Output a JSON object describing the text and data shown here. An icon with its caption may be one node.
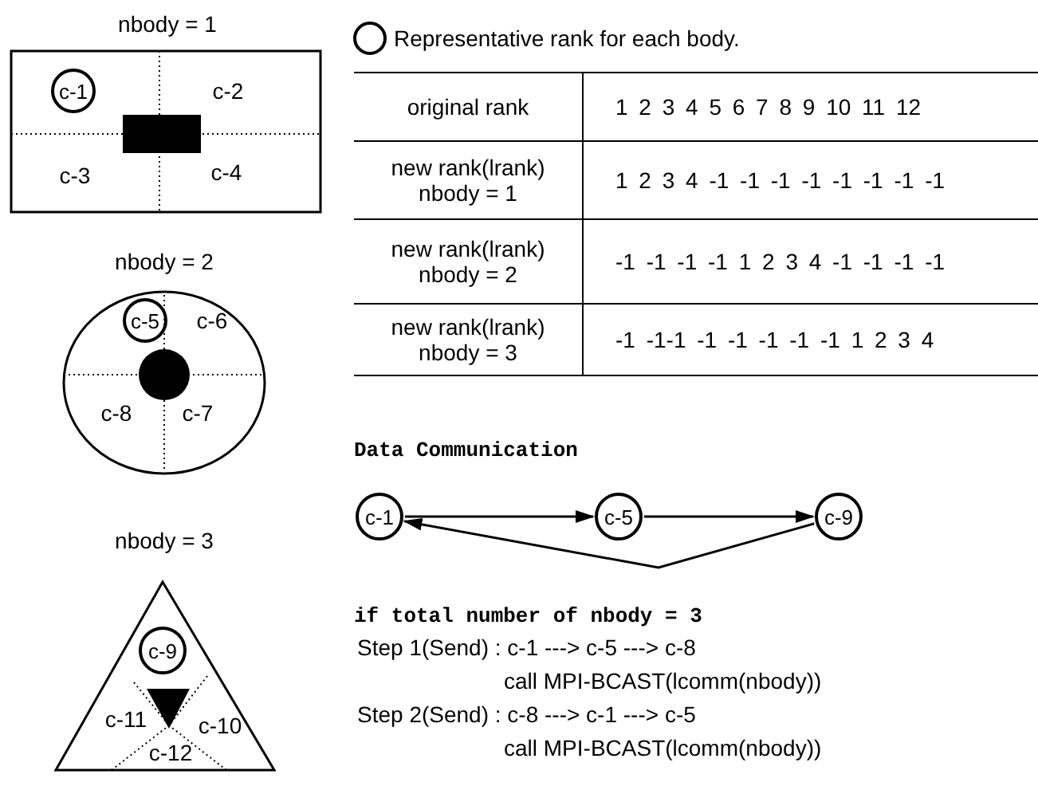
{
  "diagram": {
    "nodes": [
      {
        "text": [
          "nbody = 1"
        ]
      },
      {
        "text": [
          "c-1"
        ],
        "in": 0
      },
      {
        "text": [
          "c-2"
        ],
        "in": 0
      },
      {
        "text": [
          "c-3"
        ],
        "in": 0
      },
      {
        "text": [
          "c-4"
        ],
        "in": 0
      },
      {
        "text": [
          "nbody = 2"
        ]
      },
      {
        "text": [
          "c-5"
        ],
        "in": 5
      },
      {
        "text": [
          "c-6"
        ],
        "in": 5
      },
      {
        "text": [
          "c-8"
        ],
        "in": 5
      },
      {
        "text": [
          "c-7"
        ],
        "in": 5
      },
      {
        "text": [
          "nbody = 3"
        ]
      },
      {
        "text": [
          "c-9"
        ],
        "in": 10
      },
      {
        "text": [
          "c-11"
        ],
        "in": 10
      },
      {
        "text": [
          "c-10"
        ],
        "in": 10
      },
      {
        "text": [
          "c-12"
        ],
        "in": 10
      },
      {
        "text": [
          "c-1"
        ]
      },
      {
        "text": [
          "c-5"
        ]
      },
      {
        "text": [
          "c-9"
        ]
      }
    ],
    "edges": [
      {
        "from": 15,
        "to": 16,
        "arrow": "to"
      },
      {
        "from": 16,
        "to": 17,
        "arrow": "to"
      },
      {
        "from": 17,
        "to": 15,
        "arrow": "to"
      }
    ],
    "labels": [
      "original rank",
      "1 2 3 4 5 6 7 8 9 10 11 12",
      "new rank(lrank) nbody = 1",
      "1 2 3 4 -1 -1 -1 -1 -1 -1 -1 -1",
      "new rank(lrank) nbody = 2",
      "-1 -1 -1 -1 1 2 3 4 -1 -1 -1 -1",
      "new rank(lrank) nbody = 3",
      "-1 -1-1 -1 -1 -1 -1 -1 1 2 3 4",
      "Data Communication",
      "if total number of nbody = 3",
      "Step 1(Send) : c-1 ---> c-5 ---> c-8",
      "call MPI-BCAST(lcomm(nbody))",
      "Step 2(Send) : c-8 ---> c-1 ---> c-5",
      "call MPI-BCAST(lcomm(nbody))"
    ],
    "legend": [
      {
        "text": "Representative rank for each body."
      }
    ]
  }
}
